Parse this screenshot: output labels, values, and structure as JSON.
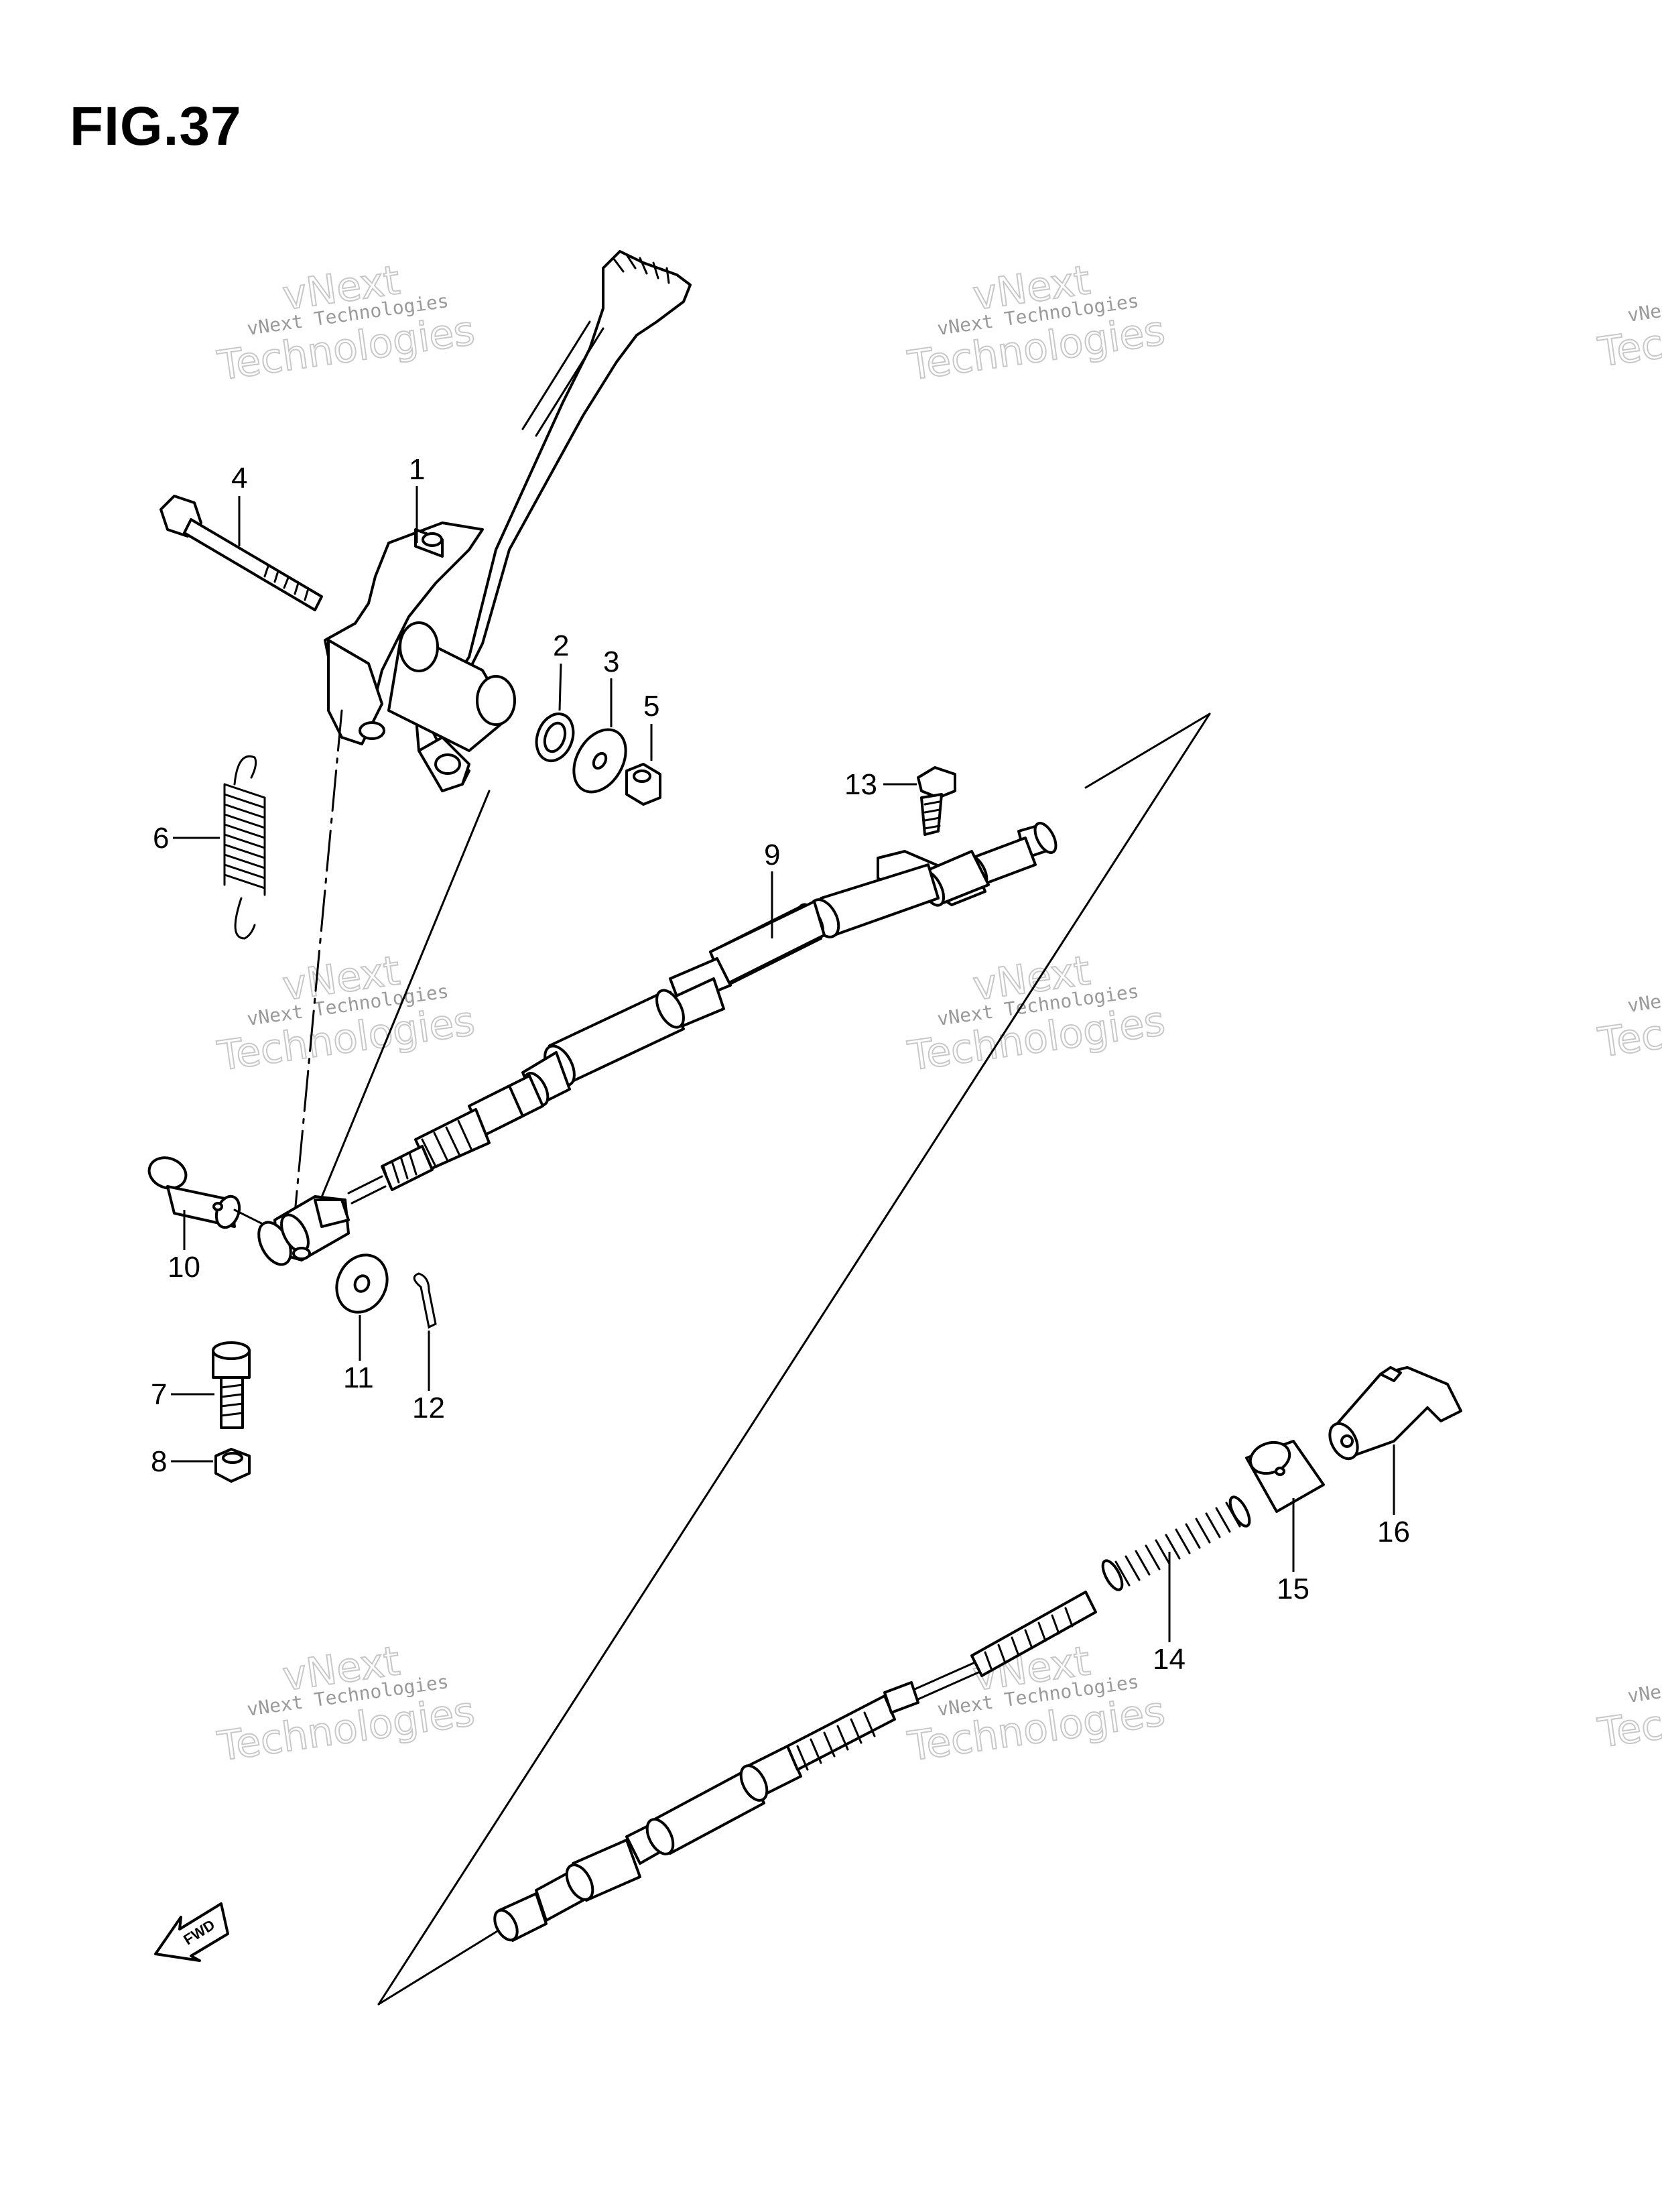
{
  "figure": {
    "title": "FIG.37"
  },
  "callouts": [
    {
      "id": "1",
      "label": "1"
    },
    {
      "id": "2",
      "label": "2"
    },
    {
      "id": "3",
      "label": "3"
    },
    {
      "id": "4",
      "label": "4"
    },
    {
      "id": "5",
      "label": "5"
    },
    {
      "id": "6",
      "label": "6"
    },
    {
      "id": "7",
      "label": "7"
    },
    {
      "id": "8",
      "label": "8"
    },
    {
      "id": "9",
      "label": "9"
    },
    {
      "id": "10",
      "label": "10"
    },
    {
      "id": "11",
      "label": "11"
    },
    {
      "id": "12",
      "label": "12"
    },
    {
      "id": "13",
      "label": "13"
    },
    {
      "id": "14",
      "label": "14"
    },
    {
      "id": "15",
      "label": "15"
    },
    {
      "id": "16",
      "label": "16"
    }
  ],
  "watermark": {
    "line1": "vNext Technologies",
    "line2": "vNext",
    "line3": "Technologies"
  },
  "direction_marker": {
    "text": "FWD"
  }
}
